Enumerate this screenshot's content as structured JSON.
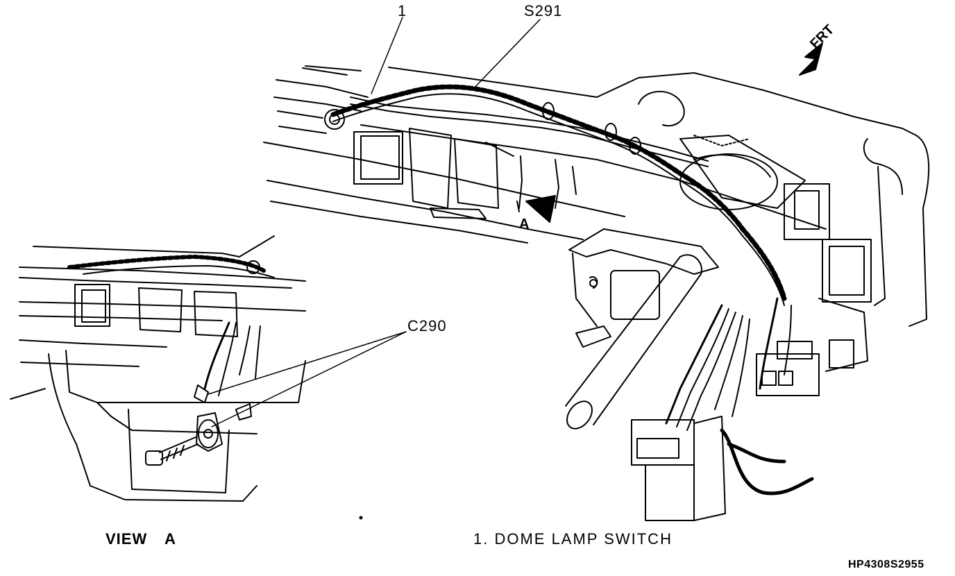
{
  "labels": {
    "callout_1": "1",
    "callout_s291": "S291",
    "callout_c290": "C290",
    "view_arrow_letter": "A",
    "front_arrow": "FRT",
    "view_title": "VIEW",
    "view_letter": "A",
    "legend_item_1": "1. DOME LAMP SWITCH",
    "figure_code": "HP4308S2955"
  },
  "colors": {
    "ink": "#000000",
    "paper": "#ffffff"
  }
}
